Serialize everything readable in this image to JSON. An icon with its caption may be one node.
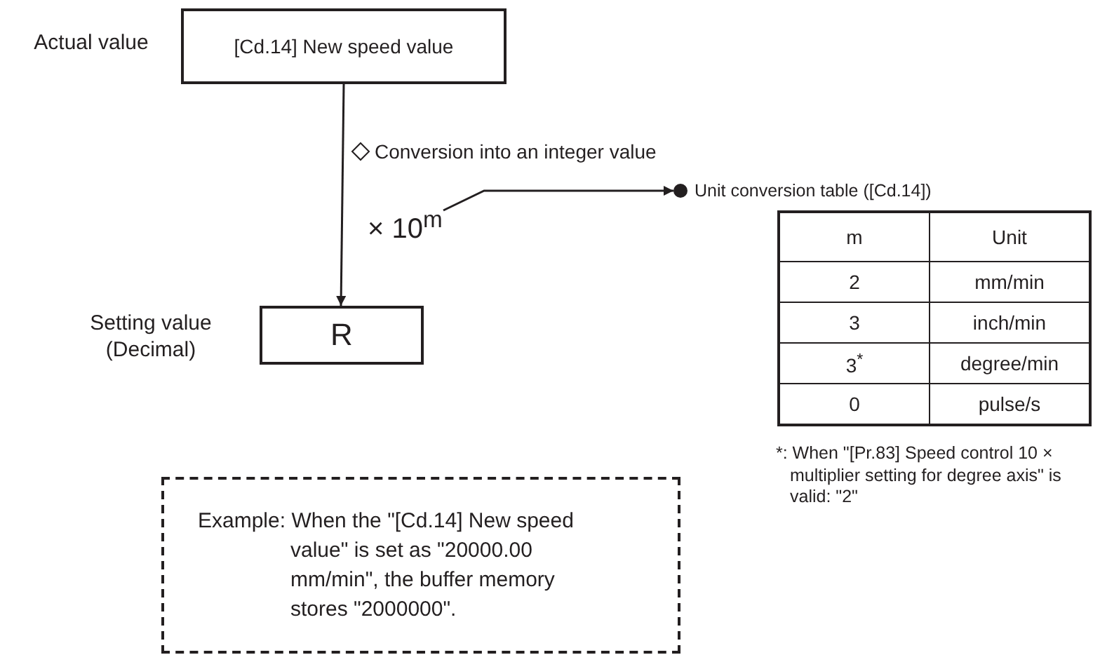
{
  "diagram": {
    "nodes": [
      {
        "text": [
          "[Cd.14] New speed value"
        ],
        "beside": [
          "Actual value"
        ]
      },
      {
        "text": [
          "R"
        ],
        "beside": [
          "Setting value (Decimal)"
        ]
      },
      {
        "text": [
          "× 10$^{m}$"
        ]
      },
      {
        "text": [
          "Unit conversion table ([Cd.14])"
        ]
      },
      {
        "text": [
          "Example: When the \"[Cd.14] New speed value\" is set as \"20000.00 mm/min\", the buffer memory stores \"2000000\"."
        ]
      }
    ],
    "edges": [
      {
        "from": 0,
        "to": 1,
        "arrow": "to",
        "label": "Conversion into an integer value"
      },
      {
        "from": 2,
        "to": 3,
        "arrow": "to"
      }
    ],
    "labels": [
      "m",
      "Unit",
      "2",
      "mm/min",
      "3",
      "inch/min",
      "3$^{*}$",
      "degree/min",
      "0",
      "pulse/s",
      "*: When \"[Pr.83] Speed control 10 × multiplier setting for degree axis\" is valid: \"2\""
    ]
  }
}
